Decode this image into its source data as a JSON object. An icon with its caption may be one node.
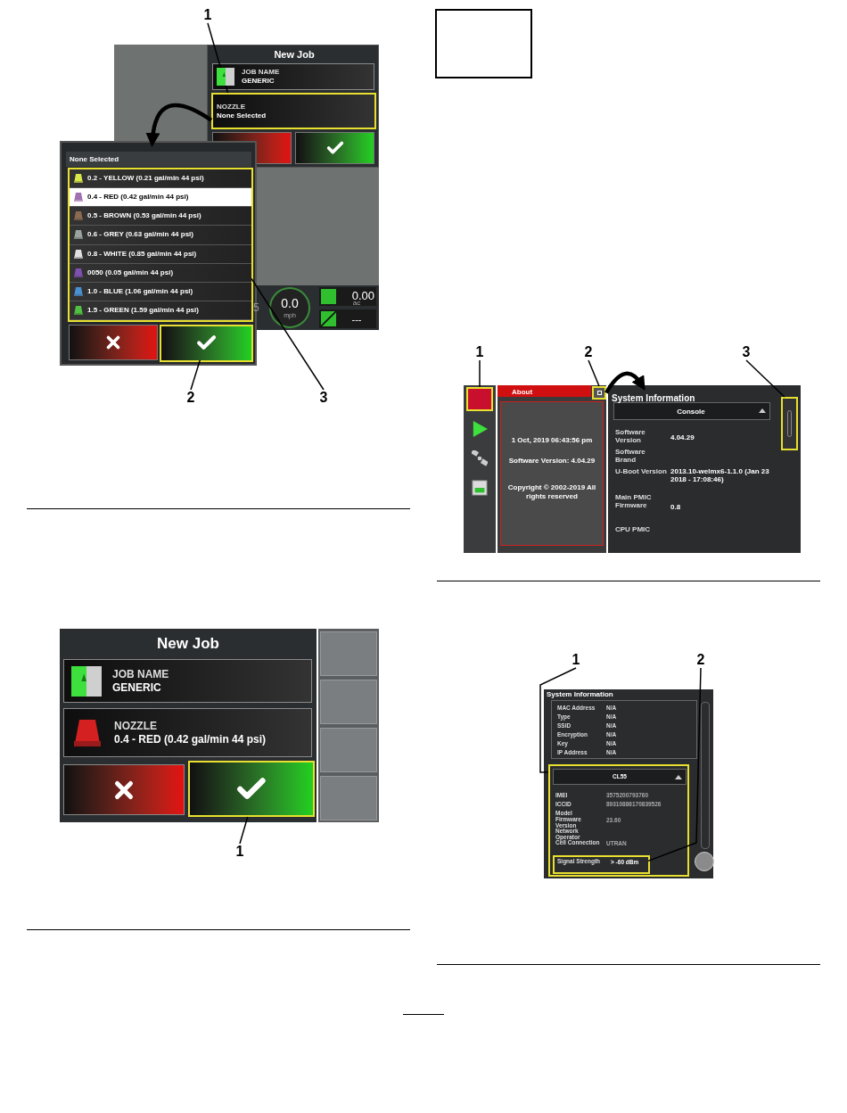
{
  "diagram": {
    "nodes": [
      {
        "text": [
          "1"
        ]
      },
      {
        "text": [
          "JOB NAME",
          "GENERIC"
        ]
      },
      {
        "text": [
          "NOZZLE",
          "None Selected"
        ]
      },
      {
        "text": [
          "None Selected"
        ]
      },
      {
        "text": [
          "0.2 - YELLOW (0.21 gal/min 44 psi)",
          "0.4 - RED (0.42 gal/min 44 psi)",
          "0.5 - BROWN (0.53 gal/min 44 psi)",
          "0.6 - GREY (0.63 gal/min 44 psi)",
          "0.8 - WHITE (0.85 gal/min 44 psi)",
          "0050 (0.05 gal/min 44 psi)",
          "1.0 - BLUE (1.06 gal/min 44 psi)",
          "1.5 - GREEN (1.59 gal/min 44 psi)"
        ],
        "in": 3
      },
      {
        "text": [],
        "shape": "box",
        "in": 3
      },
      {
        "text": [
          "2"
        ]
      },
      {
        "text": [
          "3"
        ]
      },
      {
        "text": [
          "JOB NAME",
          "GENERIC"
        ]
      },
      {
        "text": [
          "NOZZLE",
          "0.4 - RED (0.42 gal/min 44 psi)"
        ]
      },
      {
        "text": [],
        "shape": "box"
      },
      {
        "text": [
          "1"
        ]
      },
      {
        "text": [],
        "shape": "box"
      },
      {
        "text": [
          "1"
        ]
      },
      {
        "text": [
          "2"
        ]
      },
      {
        "text": [
          "3"
        ]
      },
      {
        "text": [],
        "shape": "box"
      },
      {
        "text": [],
        "shape": "box"
      },
      {
        "text": [
          "System Information"
        ]
      },
      {
        "text": [],
        "shape": "box"
      },
      {
        "text": [
          "1"
        ]
      },
      {
        "text": [
          "2"
        ]
      },
      {
        "text": [
          "System Information"
        ]
      },
      {
        "text": [],
        "shape": "box",
        "in": 22
      },
      {
        "text": [
          "Signal Strength",
          "> -60 dBm"
        ],
        "in": 23
      }
    ],
    "edges": [
      {
        "from": 0,
        "to": 2,
        "arrow": "none"
      },
      {
        "from": 2,
        "to": 3,
        "arrow": "to",
        "style": "thick"
      },
      {
        "from": 6,
        "to": 5,
        "arrow": "none"
      },
      {
        "from": 7,
        "to": 4,
        "arrow": "none"
      },
      {
        "from": 11,
        "to": 10,
        "arrow": "none"
      },
      {
        "from": 13,
        "to": 16,
        "arrow": "none"
      },
      {
        "from": 14,
        "to": 17,
        "arrow": "none"
      },
      {
        "from": 15,
        "to": 19,
        "arrow": "none"
      },
      {
        "from": 17,
        "to": 18,
        "arrow": "to",
        "style": "thick"
      },
      {
        "from": 20,
        "to": 23,
        "arrow": "none"
      },
      {
        "from": 21,
        "to": 24,
        "arrow": "none"
      }
    ],
    "labels": [
      "New Job",
      "5",
      "0.0",
      "mph",
      "0.00",
      "ac",
      "---",
      "New Job",
      "About",
      "1 Oct, 2019  06:43:56 pm",
      "Software Version: 4.04.29",
      "Copyright © 2002-2019 All rights reserved",
      "Console",
      "Software Version",
      "4.04.29",
      "Software Brand",
      "U-Boot Version",
      "2013.10-welmx6-1.1.0 (Jan 23 2018 - 17:08:46)",
      "Main PMIC Firmware",
      "0.8",
      "CPU PMIC",
      "MAC Address",
      "N/A",
      "Type",
      "N/A",
      "SSID",
      "N/A",
      "Encryption",
      "N/A",
      "Key",
      "N/A",
      "IP Address",
      "N/A",
      "CL55",
      "IMEI",
      "3575200793760",
      "ICCID",
      "89310886170839526",
      "Model",
      "Firmware Version",
      "23.60",
      "Network Operator",
      "Cell Connection",
      "UTRAN"
    ]
  }
}
